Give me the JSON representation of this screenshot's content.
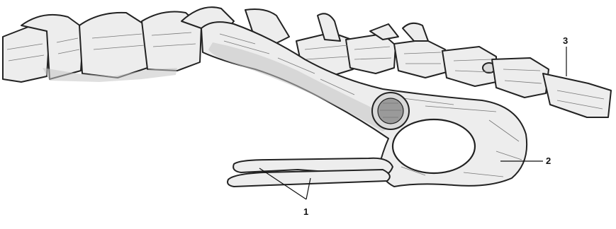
{
  "labels": {
    "label_1": "1",
    "label_2": "2",
    "label_3": "3"
  }
}
